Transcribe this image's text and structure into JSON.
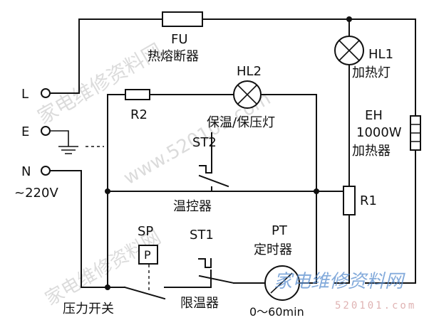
{
  "terminals": {
    "live": "L",
    "earth": "E",
    "neutral": "N",
    "supply": "~220V"
  },
  "components": {
    "fuse": {
      "code": "FU",
      "name": "热熔断器"
    },
    "heat_lamp": {
      "code": "HL1",
      "name": "加热灯"
    },
    "keep_warm_lamp": {
      "code": "HL2",
      "name": "保温/保压灯"
    },
    "r2": {
      "code": "R2"
    },
    "r1": {
      "code": "R1"
    },
    "heater": {
      "code": "EH",
      "rating": "1000W",
      "name": "加热器"
    },
    "thermostat": {
      "code": "ST2",
      "name": "温控器"
    },
    "pressure_switch": {
      "code": "SP",
      "symbol": "P",
      "name": "压力开关"
    },
    "temp_limiter": {
      "code": "ST1",
      "name": "限温器"
    },
    "timer": {
      "code": "PT",
      "name": "定时器",
      "range": "0～60min"
    }
  },
  "watermarks": {
    "site_cn": "家电维修资料网",
    "url_diag": "www.520101.com",
    "brand": "家电维修资料网",
    "url_small": "520101.com"
  }
}
